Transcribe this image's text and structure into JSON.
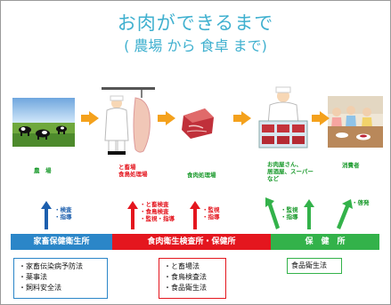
{
  "title": {
    "main": "お肉ができるまで",
    "sub": "( 農場 から 食卓 まで)"
  },
  "stages": [
    {
      "name": "farm",
      "label": "農　場",
      "color": "#1a9a2c"
    },
    {
      "name": "slaughterhouse",
      "label": "と畜場\n食鳥処理場",
      "color": "#1a9a2c"
    },
    {
      "name": "meat-processing",
      "label": "食肉処理場",
      "color": "#1a9a2c"
    },
    {
      "name": "retail",
      "label": "お肉屋さん、\n居酒屋、スーパー\nなど",
      "color": "#1a9a2c"
    },
    {
      "name": "consumer",
      "label": "消費者",
      "color": "#1a9a2c"
    }
  ],
  "actions": {
    "livestock": "・検査\n・指導",
    "meat_inspection_left": "・と畜検査\n・食鳥検査\n・監視・指導",
    "meat_inspection_right": "・監視\n・指導",
    "health_center_left": "・監視\n・指導",
    "health_center_right": "・啓発"
  },
  "agencies": [
    {
      "label": "家畜保健衛生所",
      "color": "#2b86c8"
    },
    {
      "label": "食肉衛生検査所・保健所",
      "color": "#e4161e"
    },
    {
      "label": "保　健　所",
      "color": "#33b24a"
    }
  ],
  "laws": {
    "livestock": "・家畜伝染病予防法\n・薬事法\n・飼料安全法",
    "meat": "・と畜場法\n・食鳥検査法\n・食品衛生法",
    "health": "食品衛生法"
  },
  "colors": {
    "title": "#3fb0cf",
    "flow_arrow": "#f4a11c",
    "blue": "#1c5fae",
    "red": "#e4161e",
    "green": "#1a9a2c"
  }
}
